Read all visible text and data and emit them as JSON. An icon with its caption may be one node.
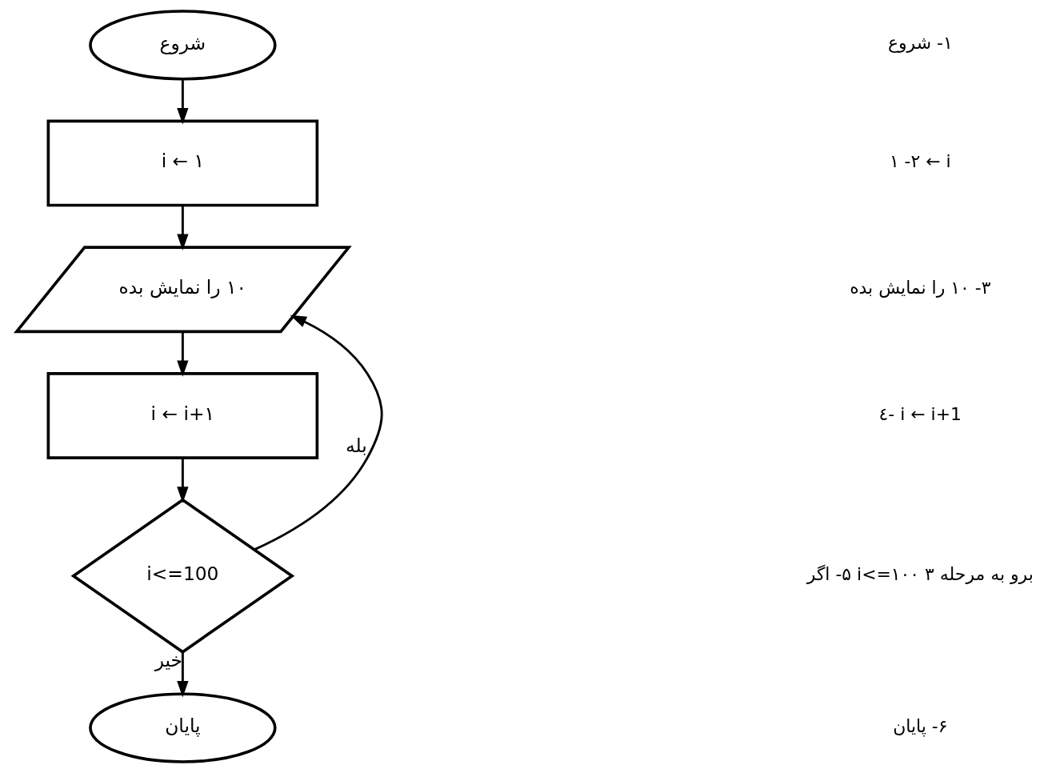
{
  "diagram": {
    "nodes": [
      {
        "text": [
          "شروع"
        ]
      },
      {
        "text": [
          "i ← ۱"
        ]
      },
      {
        "text": [
          "۱۰ را نمایش بده"
        ]
      },
      {
        "text": [
          "i ← i+۱"
        ]
      },
      {
        "text": [
          "i<=100"
        ]
      },
      {
        "text": [
          "پایان"
        ]
      }
    ],
    "edges": [
      {
        "from": 0,
        "to": 1,
        "arrow": "to"
      },
      {
        "from": 1,
        "to": 2,
        "arrow": "to"
      },
      {
        "from": 2,
        "to": 3,
        "arrow": "to"
      },
      {
        "from": 3,
        "to": 4,
        "arrow": "to"
      },
      {
        "from": 4,
        "to": 2,
        "arrow": "to",
        "label": "بله"
      },
      {
        "from": 4,
        "to": 5,
        "arrow": "to",
        "label": "خیر"
      }
    ],
    "labels": [
      "۱- شروع",
      "۲- ۱ ← i",
      "۳- ۱۰ را نمایش بده",
      "٤- i ← i+1",
      "۵- اگر i<=۱۰۰ برو به مرحله ۳",
      "۶- پایان"
    ]
  }
}
